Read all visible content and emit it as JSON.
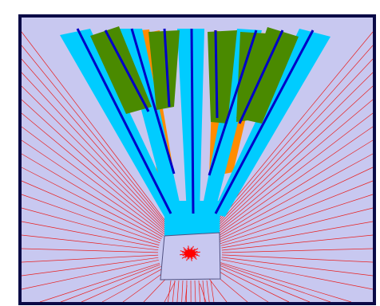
{
  "colors": {
    "page_background": "#ffffff",
    "canvas_background": "#c8c8f0",
    "frame": "#0a0a46",
    "rays": "#e82020",
    "outer_channels": "#00ccff",
    "center_lines": "#0000c8",
    "mid_plates": "#ff8c00",
    "top_plates": "#4a8a00",
    "block_fill": "#c8c8f0",
    "block_outline": "#505080",
    "source": "#ff0000"
  },
  "icons": {
    "source": "radiation-source-icon"
  },
  "counts": {
    "channels": 5,
    "orange_plates": 4,
    "green_plates": 5
  }
}
